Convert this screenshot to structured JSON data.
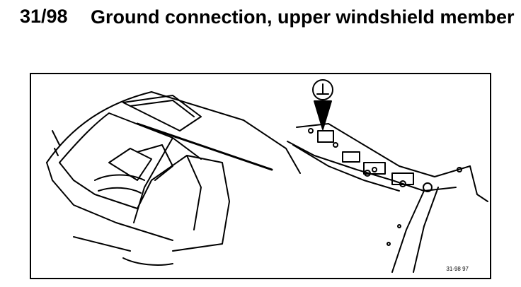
{
  "section": {
    "number": "31/98",
    "title": "Ground connection, upper windshield member"
  },
  "figure": {
    "reference": "31-98 97",
    "callout_icon": "ground-symbol-icon"
  }
}
